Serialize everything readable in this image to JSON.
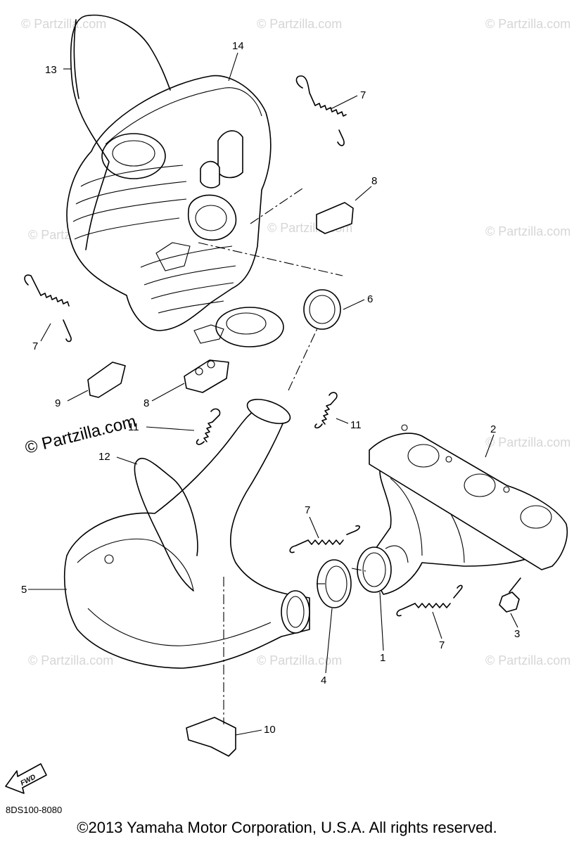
{
  "watermark": {
    "text": "© Partzilla.com",
    "main_text": "© Partzilla.com"
  },
  "fwd_label": "FWD",
  "diagram_code": "8DS100-8080",
  "copyright": "©2013  Yamaha Motor Corporation, U.S.A. All rights reserved.",
  "callouts": {
    "c1": "1",
    "c2": "2",
    "c3": "3",
    "c4": "4",
    "c5": "5",
    "c6": "6",
    "c7a": "7",
    "c7b": "7",
    "c7c": "7",
    "c7d": "7",
    "c8a": "8",
    "c8b": "8",
    "c9": "9",
    "c10": "10",
    "c11a": "11",
    "c11b": "11",
    "c12": "12",
    "c13": "13",
    "c14": "14"
  }
}
